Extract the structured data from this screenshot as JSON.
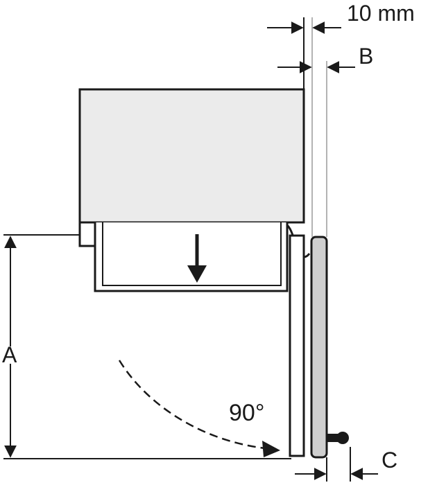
{
  "labels": {
    "gap_10mm": "10 mm",
    "dim_b": "B",
    "dim_a": "A",
    "angle": "90°",
    "dim_c": "C"
  },
  "colors": {
    "line": "#1a1a1a",
    "appliance_fill": "#ebebeb",
    "door_fill": "#cfcfcf",
    "guide_line": "#9a9a9a"
  }
}
